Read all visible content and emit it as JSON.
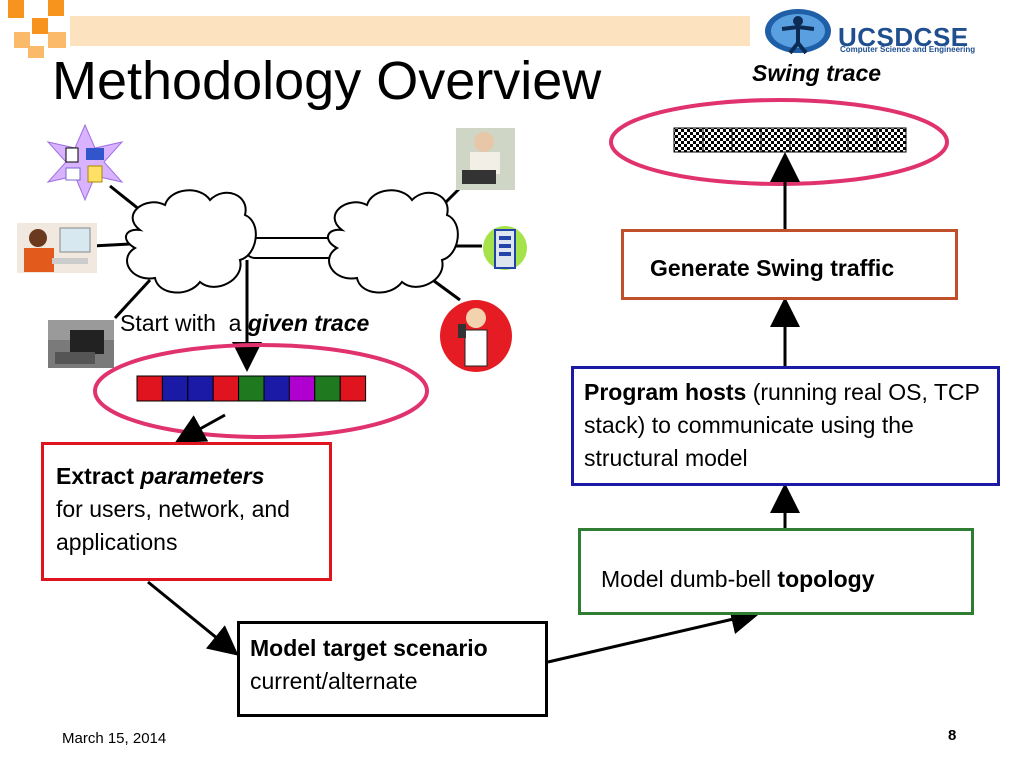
{
  "slide": {
    "title": "Methodology Overview",
    "date": "March 15, 2014",
    "page_number": "8"
  },
  "logo": {
    "text_main": "UCSDCSE",
    "text_sub": "Computer Science and Engineering"
  },
  "labels": {
    "swing_trace": "Swing trace",
    "start_prefix": "Start with  a ",
    "start_emphasis": "given trace"
  },
  "boxes": {
    "extract": {
      "bold": "Extract ",
      "bold_italic": "parameters",
      "rest": "for users, network, and applications"
    },
    "model": {
      "bold": "Model target scenario",
      "rest": "current/alternate"
    },
    "generate": {
      "text": "Generate Swing traffic"
    },
    "program": {
      "bold": "Program hosts",
      "rest": " (running real OS, TCP stack) to communicate using the structural model"
    },
    "topology": {
      "plain": "Model dumb-bell ",
      "bold": "topology"
    }
  },
  "trace_colors": {
    "given": [
      "#e0141e",
      "#1a1aa6",
      "#1a1aa6",
      "#e0141e",
      "#1f7a1f",
      "#1a1aa6",
      "#b000d0",
      "#1f7a1f",
      "#e0141e"
    ],
    "swing": [
      "#e0141e",
      "#1a1aa6",
      "#1a1aa6",
      "#e0141e",
      "#1f7a1f",
      "#8b0000",
      "#1f7a1f",
      "#e0141e"
    ]
  },
  "colors": {
    "accent_orange": "#f7941d",
    "ellipse": "#e0326e",
    "extract_border": "#e0141e",
    "program_border": "#1a1aa6",
    "topology_border": "#2e7d32",
    "generate_border": "#c0502a"
  },
  "icons": [
    "media-star-icon",
    "woman-computer-icon",
    "laptop-user-icon",
    "man-laptop-icon",
    "server-icon",
    "mp3-player-icon",
    "cloud-icon"
  ]
}
